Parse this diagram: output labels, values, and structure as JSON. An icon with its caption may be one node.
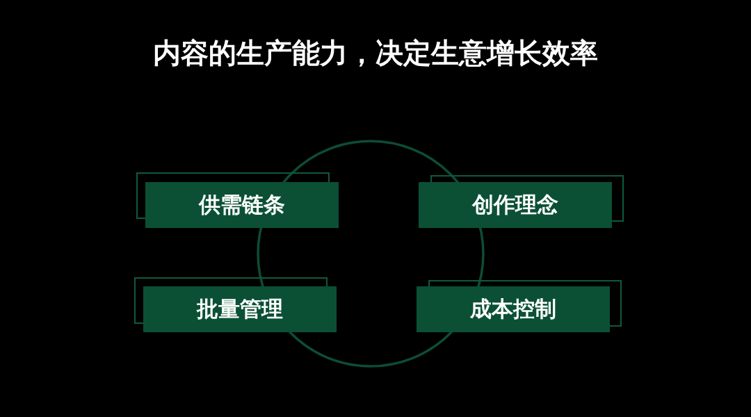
{
  "diagram": {
    "title": "内容的生产能力，决定生意增长效率",
    "nodes": [
      {
        "text": [
          "供需链条"
        ]
      },
      {
        "text": [
          "创作理念"
        ]
      },
      {
        "text": [
          "批量管理"
        ]
      },
      {
        "text": [
          "成本控制"
        ]
      },
      {
        "text": [],
        "shape": "circle"
      }
    ]
  }
}
